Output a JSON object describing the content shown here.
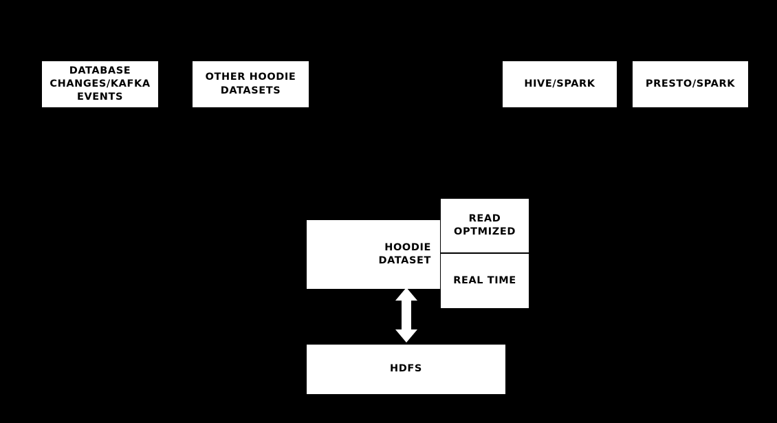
{
  "diagram": {
    "background_color": "#000000",
    "node_fill_color": "#ffffff",
    "node_text_color": "#000000",
    "arrow_color": "#ffffff",
    "nodes": {
      "database_changes": "DATABASE\nCHANGES/KAFKA\nEVENTS",
      "other_hoodie_datasets": "OTHER HOODIE\nDATASETS",
      "hive_spark": "HIVE/SPARK",
      "presto_spark": "PRESTO/SPARK",
      "hoodie_dataset": "HOODIE\nDATASET",
      "read_optimized": "READ\nOPTMIZED",
      "real_time": "REAL TIME",
      "hdfs": "HDFS"
    },
    "connectors": [
      {
        "name": "dataset-hdfs-arrow",
        "from": "hoodie_dataset",
        "to": "hdfs",
        "style": "double-headed-vertical",
        "color": "#ffffff"
      }
    ]
  }
}
